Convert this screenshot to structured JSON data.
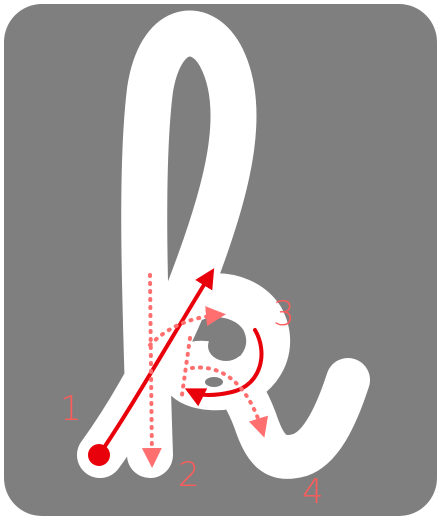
{
  "letter": {
    "glyph": "k",
    "style": "cursive"
  },
  "colors": {
    "card_background": "#7f7f7f",
    "letter_fill": "#ffffff",
    "stroke_active": "#e8000b",
    "stroke_hint": "#ff6f6f",
    "step_number": "#ff5b5b"
  },
  "steps": [
    {
      "number": "1",
      "kind": "solid-arrow",
      "active": true
    },
    {
      "number": "2",
      "kind": "dotted-arrow",
      "active": false
    },
    {
      "number": "3",
      "kind": "dotted-arrow",
      "active": false
    },
    {
      "number": "4",
      "kind": "dotted-arrow",
      "active": false
    }
  ]
}
